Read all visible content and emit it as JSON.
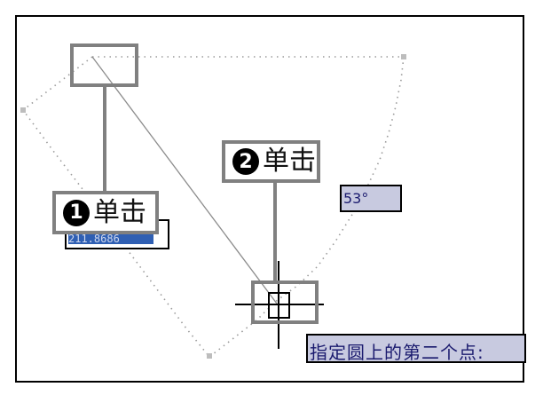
{
  "canvas": {
    "type": "cad-drawing-area",
    "operation": "draw circle by 3 points (second point)"
  },
  "callouts": [
    {
      "number": "1",
      "number_glyph": "❶",
      "label": "单击"
    },
    {
      "number": "2",
      "number_glyph": "❷",
      "label": "单击"
    }
  ],
  "dynamic_input": {
    "value": "211.8686",
    "state": "selected"
  },
  "angle_tooltip": {
    "value": "53°"
  },
  "command_prompt": {
    "text": "指定圆上的第二个点:"
  },
  "cursor": {
    "type": "crosshair-with-pickbox"
  },
  "colors": {
    "frame": "#000000",
    "highlight": "#808080",
    "tooltip_bg": "#c8cae0",
    "tooltip_text": "#1a1a6e",
    "selection": "#2f5fb3",
    "dotted_line": "#9a9a9a",
    "rubber_band": "#8c8c8c"
  }
}
